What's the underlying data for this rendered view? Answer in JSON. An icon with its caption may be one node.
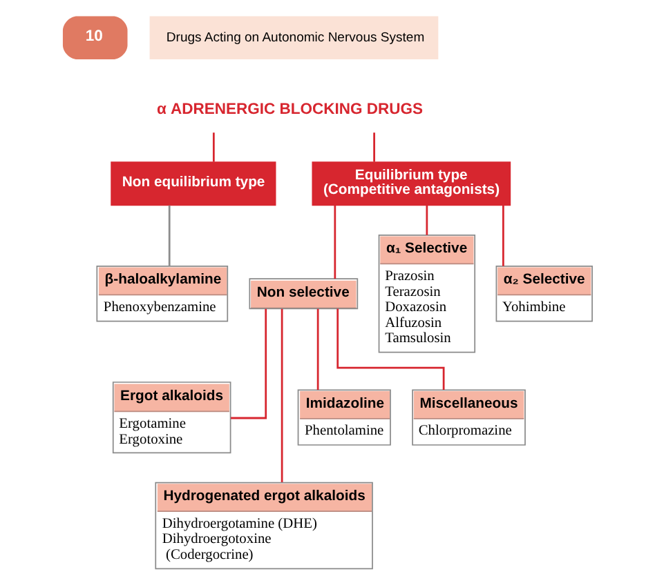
{
  "diagram": {
    "nodes": [
      {
        "text": [
          "α ADRENERGIC BLOCKING DRUGS"
        ]
      },
      {
        "text": [
          "Non equilibrium type"
        ]
      },
      {
        "text": [
          "Equilibrium type (Competitive antagonists)"
        ]
      },
      {
        "text": [
          "β-haloalkylamine",
          "Phenoxybenzamine"
        ]
      },
      {
        "text": [
          "Non selective"
        ]
      },
      {
        "text": [
          "α₁ Selective",
          "Prazosin",
          "Terazosin",
          "Doxazosin",
          "Alfuzosin",
          "Tamsulosin"
        ]
      },
      {
        "text": [
          "α₂ Selective",
          "Yohimbine"
        ]
      },
      {
        "text": [
          "Ergot alkaloids",
          "Ergotamine",
          "Ergotoxine"
        ]
      },
      {
        "text": [
          "Imidazoline",
          "Phentolamine"
        ]
      },
      {
        "text": [
          "Miscellaneous",
          "Chlorpromazine"
        ]
      },
      {
        "text": [
          "Hydrogenated ergot alkaloids",
          "Dihydroergotamine (DHE)",
          "Dihydroergotoxine (Codergocrine)"
        ]
      }
    ],
    "edges": [
      {
        "from": 0,
        "to": 1,
        "arrow": "none"
      },
      {
        "from": 0,
        "to": 2,
        "arrow": "none"
      },
      {
        "from": 1,
        "to": 3,
        "arrow": "none",
        "color": "#8c8c8c"
      },
      {
        "from": 2,
        "to": 4,
        "arrow": "none"
      },
      {
        "from": 2,
        "to": 5,
        "arrow": "none"
      },
      {
        "from": 2,
        "to": 6,
        "arrow": "none"
      },
      {
        "from": 4,
        "to": 7,
        "arrow": "none"
      },
      {
        "from": 4,
        "to": 10,
        "arrow": "none"
      },
      {
        "from": 4,
        "to": 8,
        "arrow": "none"
      },
      {
        "from": 4,
        "to": 9,
        "arrow": "none"
      }
    ],
    "labels": [
      "10",
      "Drugs Acting on Autonomic Nervous System"
    ]
  }
}
